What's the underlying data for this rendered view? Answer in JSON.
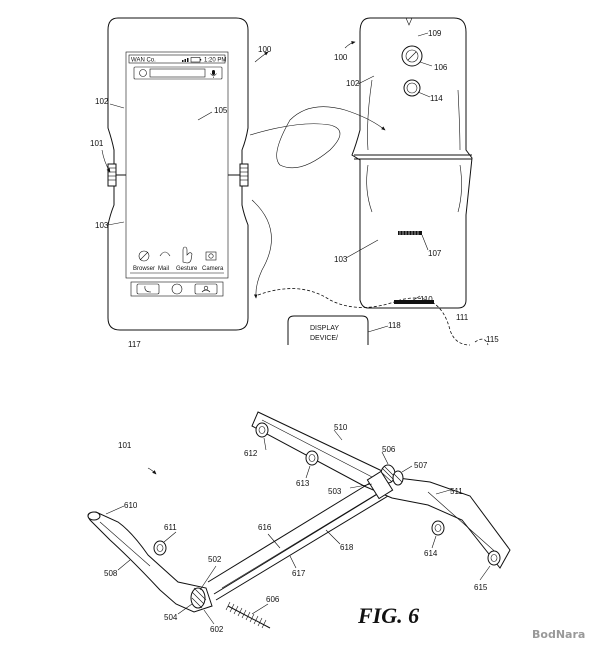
{
  "phone_ui": {
    "carrier": "WAN Co.",
    "time": "1:20 PM",
    "apps": [
      "Browser",
      "Mail",
      "Gesture",
      "Camera"
    ]
  },
  "fig6_caption": "FIG. 6",
  "watermark": "BodNara",
  "refs": {
    "r100a": "100",
    "r101a": "101",
    "r102a": "102",
    "r103a": "103",
    "r105": "105",
    "r117": "117",
    "r100b": "100",
    "r102b": "102",
    "r103b": "103",
    "r106": "106",
    "r107": "107",
    "r109": "109",
    "r110": "110",
    "r111": "111",
    "r114": "114",
    "r115": "115",
    "r118": "118",
    "r101b": "101",
    "r502": "502",
    "r503": "503",
    "r504": "504",
    "r506": "506",
    "r507": "507",
    "r508": "508",
    "r510": "510",
    "r511": "511",
    "r602": "602",
    "r606": "606",
    "r610": "610",
    "r611": "611",
    "r612": "612",
    "r613": "613",
    "r614": "614",
    "r615": "615",
    "r616": "616",
    "r617": "617",
    "r618": "618"
  },
  "display_box": {
    "line1": "DISPLAY",
    "line2": "DEVICE/"
  }
}
